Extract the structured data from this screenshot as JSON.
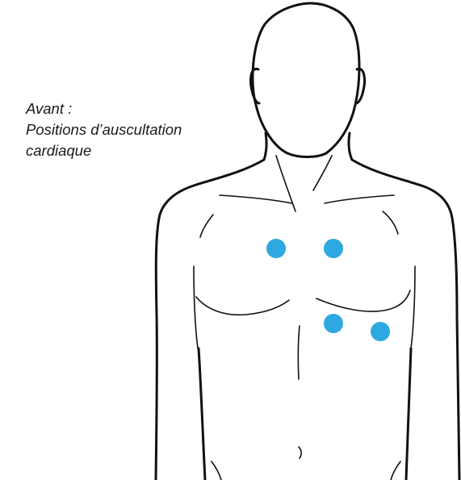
{
  "caption": {
    "line1": "Avant :",
    "line2": "Positions d’auscultation",
    "line3": "cardiaque"
  },
  "colors": {
    "auscultation_point": "#2ea8e0",
    "outline": "#111111",
    "background": "#ffffff"
  },
  "auscultation_points_count": 4
}
